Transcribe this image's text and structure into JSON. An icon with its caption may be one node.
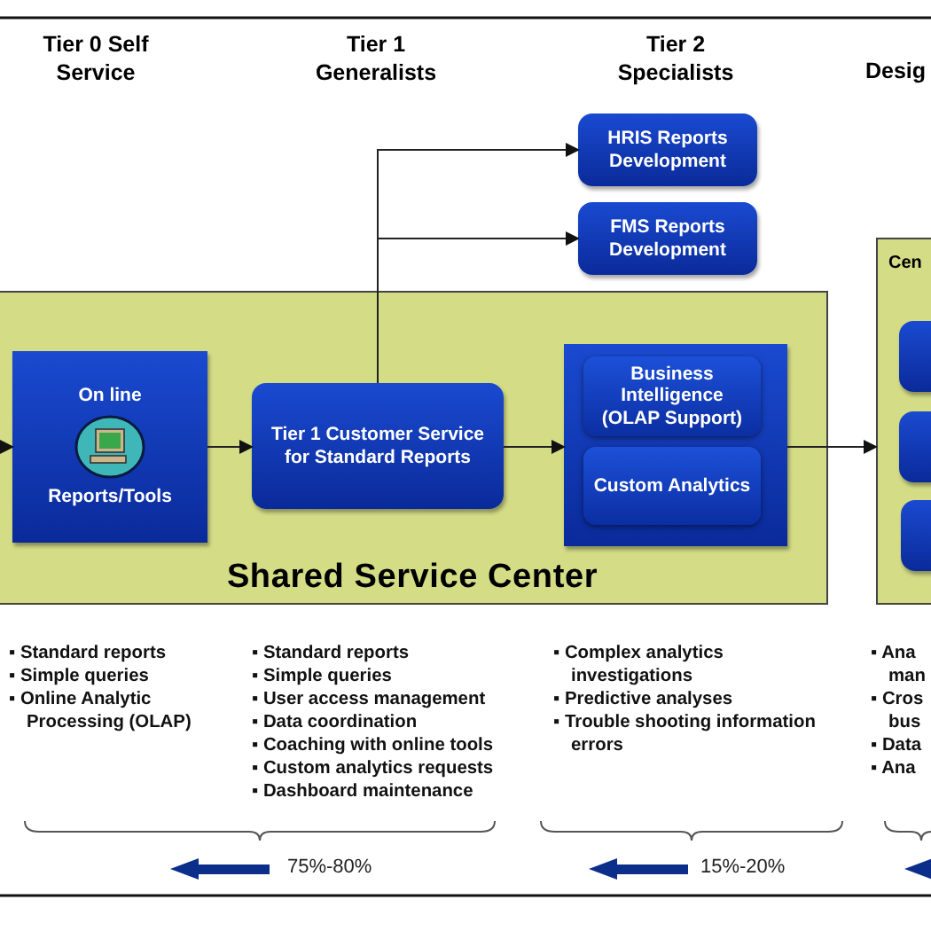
{
  "diagram": {
    "nodes": [
      {
        "text": [
          "Shared Service Center"
        ]
      },
      {
        "text": [
          "On line",
          "Reports/Tools"
        ],
        "in": 0
      },
      {
        "text": [
          "Tier 1 Customer Service for Standard Reports"
        ],
        "in": 0
      },
      {
        "text": [],
        "shape": "box",
        "in": 0
      },
      {
        "text": [
          "Business Intelligence (OLAP Support)"
        ],
        "in": 3
      },
      {
        "text": [
          "Custom Analytics"
        ],
        "in": 3
      },
      {
        "text": [
          "HRIS Reports Development"
        ]
      },
      {
        "text": [
          "FMS Reports Development"
        ]
      },
      {
        "text": [
          "Cen"
        ]
      },
      {
        "text": [],
        "shape": "box",
        "in": 8
      },
      {
        "text": [],
        "shape": "box",
        "in": 8
      },
      {
        "text": [],
        "shape": "box",
        "in": 8
      }
    ],
    "edges": [
      {
        "from": null,
        "to": 1,
        "arrow": "to"
      },
      {
        "from": 1,
        "to": 2,
        "arrow": "to"
      },
      {
        "from": 2,
        "to": 3,
        "arrow": "to"
      },
      {
        "from": 3,
        "to": 8,
        "arrow": "to"
      },
      {
        "from": 2,
        "to": 6,
        "arrow": "to"
      },
      {
        "from": 2,
        "to": 7,
        "arrow": "to"
      }
    ],
    "labels": [
      "Tier 0 Self Service",
      "Tier 1 Generalists",
      "Tier 2 Specialists",
      "Desig",
      "▪ Standard reports",
      "▪ Simple queries",
      "▪ Online Analytic Processing (OLAP)",
      "▪ Standard reports",
      "▪ Simple queries",
      "▪ User access management",
      "▪ Data coordination",
      "▪ Coaching with online tools",
      "▪ Custom analytics requests",
      "▪ Dashboard maintenance",
      "▪ Complex analytics investigations",
      "▪ Predictive analyses",
      "▪ Trouble shooting information errors",
      "▪ Ana man",
      "▪ Cros bus",
      "▪ Data",
      "▪ Ana",
      "75%-80%",
      "15%-20%"
    ]
  }
}
